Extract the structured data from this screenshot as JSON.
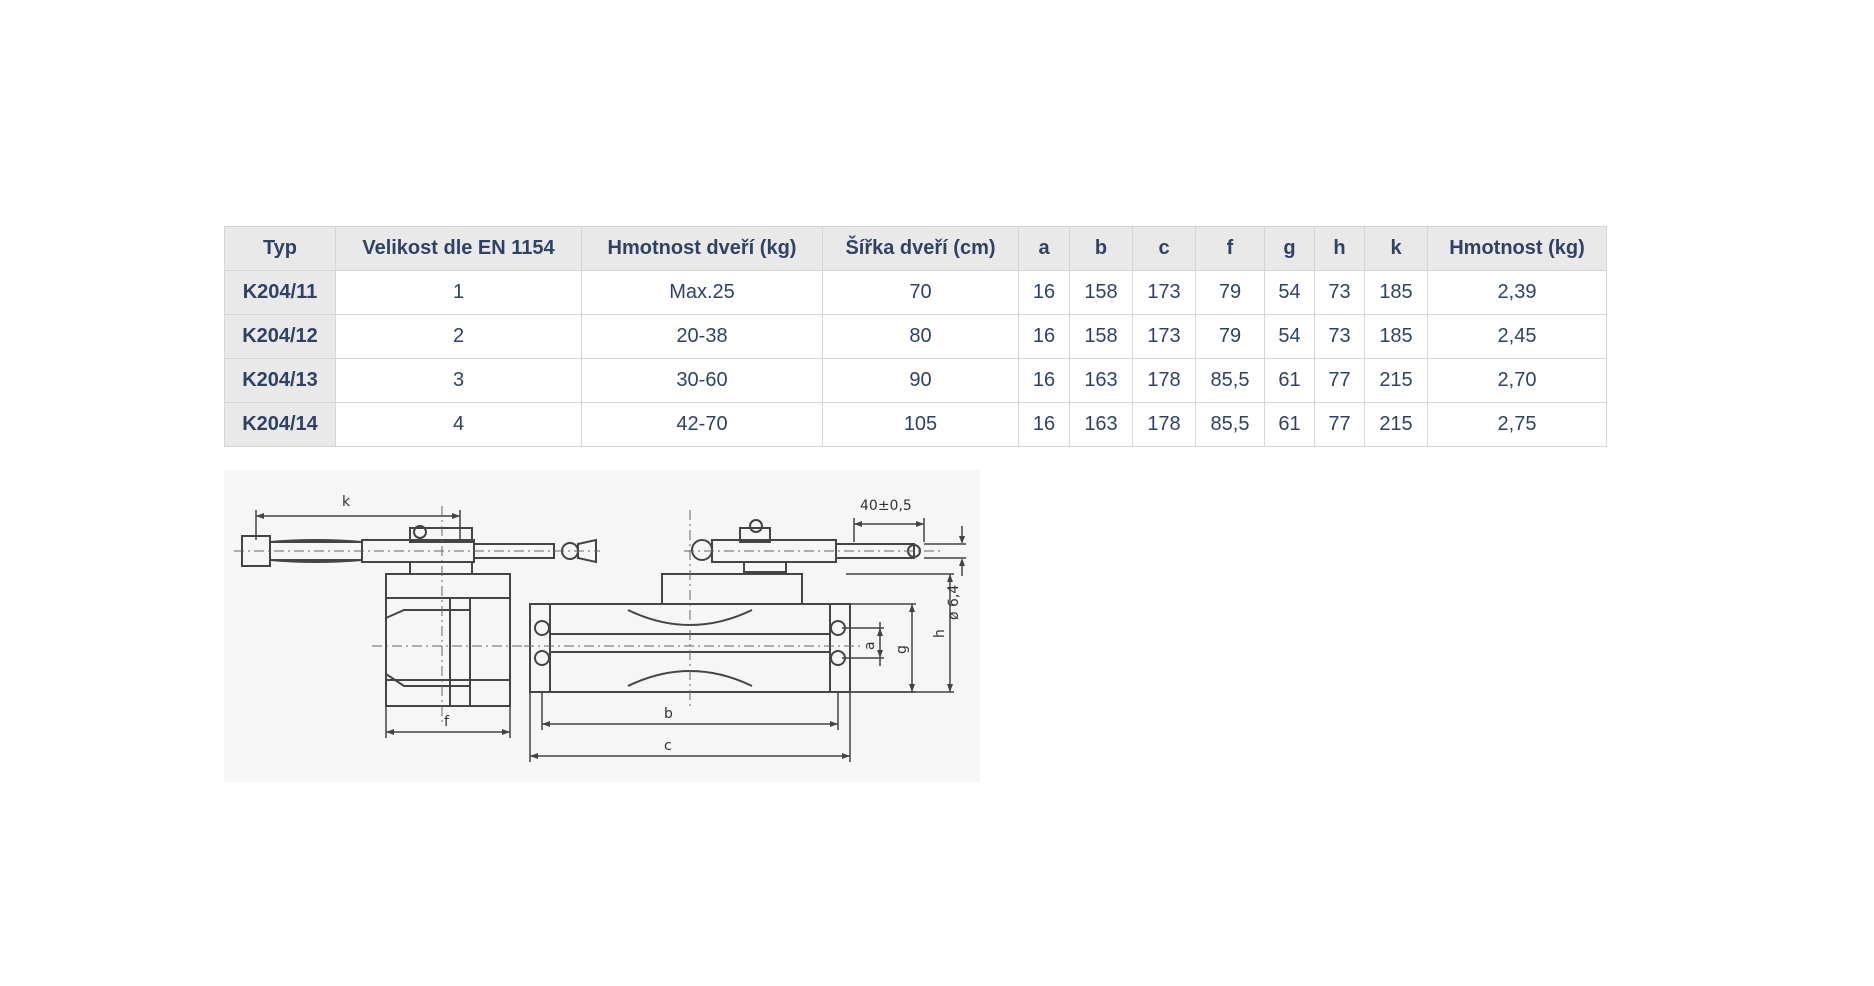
{
  "table": {
    "headers": [
      "Typ",
      "Velikost dle EN 1154",
      "Hmotnost dveří (kg)",
      "Šířka dveří (cm)",
      "a",
      "b",
      "c",
      "f",
      "g",
      "h",
      "k",
      "Hmotnost (kg)"
    ],
    "rows": [
      [
        "K204/11",
        "1",
        "Max.25",
        "70",
        "16",
        "158",
        "173",
        "79",
        "54",
        "73",
        "185",
        "2,39"
      ],
      [
        "K204/12",
        "2",
        "20-38",
        "80",
        "16",
        "158",
        "173",
        "79",
        "54",
        "73",
        "185",
        "2,45"
      ],
      [
        "K204/13",
        "3",
        "30-60",
        "90",
        "16",
        "163",
        "178",
        "85,5",
        "61",
        "77",
        "215",
        "2,70"
      ],
      [
        "K204/14",
        "4",
        "42-70",
        "105",
        "16",
        "163",
        "178",
        "85,5",
        "61",
        "77",
        "215",
        "2,75"
      ]
    ]
  },
  "drawing": {
    "labels": {
      "k": "k",
      "f": "f",
      "b": "b",
      "c": "c",
      "a": "a",
      "g": "g",
      "h": "h",
      "tolerance": "40±0,5",
      "diameter": "ø 6,4"
    }
  }
}
